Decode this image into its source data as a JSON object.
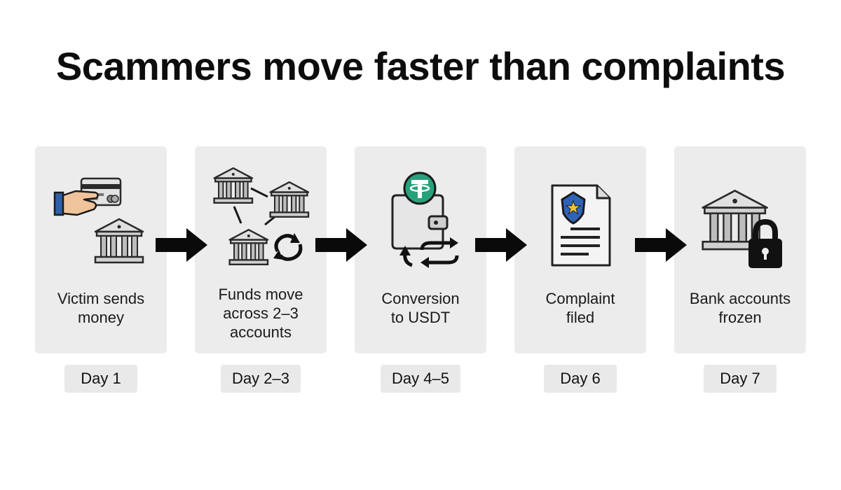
{
  "title": "Scammers move faster than complaints",
  "stages": [
    {
      "label_lines": [
        "Victim sends",
        "money"
      ],
      "day": "Day 1",
      "icon": "card-to-bank-icon"
    },
    {
      "label_lines": [
        "Funds move",
        "across 2–3",
        "accounts"
      ],
      "day": "Day 2–3",
      "icon": "bank-network-icon"
    },
    {
      "label_lines": [
        "Conversion",
        "to USDT"
      ],
      "day": "Day 4–5",
      "icon": "wallet-usdt-icon"
    },
    {
      "label_lines": [
        "Complaint",
        "filed"
      ],
      "day": "Day 6",
      "icon": "police-document-icon"
    },
    {
      "label_lines": [
        "Bank accounts",
        "frozen"
      ],
      "day": "Day 7",
      "icon": "bank-lock-icon"
    }
  ],
  "colors": {
    "card_bg": "#ececec",
    "day_bg": "#e9e9e9",
    "arrow": "#0a0a0a",
    "usdt_green": "#26a17b",
    "badge_blue": "#2e63b8",
    "star_yellow": "#f2c230",
    "sleeve_blue": "#2f5fa8",
    "skin": "#f0c49a"
  }
}
